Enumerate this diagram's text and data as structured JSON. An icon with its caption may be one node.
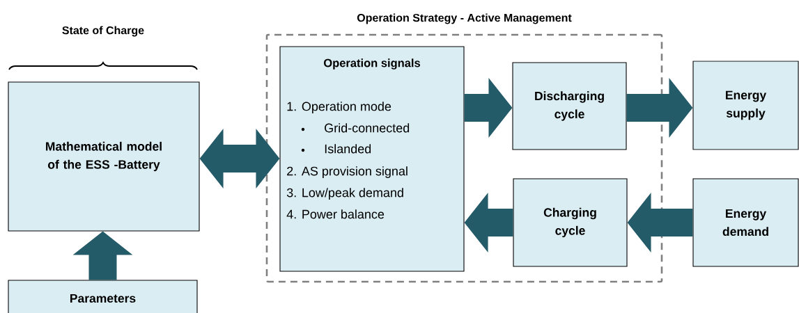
{
  "diagram": {
    "nodes": [
      {
        "text": [
          "Mathematical model of the ESS -Battery"
        ]
      },
      {
        "text": [
          "Parameters"
        ]
      },
      {
        "text": [
          "Operation Strategy - Active Management"
        ]
      },
      {
        "text": [
          "Operation signals",
          "1. Operation mode",
          "Grid-connected",
          "Islanded",
          "2. AS provision signal",
          "3. Low/peak demand",
          "4. Power balance"
        ],
        "in": 2
      },
      {
        "text": [
          "Discharging cycle"
        ],
        "in": 2
      },
      {
        "text": [
          "Charging cycle"
        ],
        "in": 2
      },
      {
        "text": [
          "Energy supply"
        ]
      },
      {
        "text": [
          "Energy demand"
        ]
      }
    ],
    "edges": [
      {
        "from": 1,
        "to": 0,
        "arrow": "to"
      },
      {
        "from": 0,
        "to": 3,
        "arrow": "both"
      },
      {
        "from": 3,
        "to": 4,
        "arrow": "to"
      },
      {
        "from": 4,
        "to": 6,
        "arrow": "to"
      },
      {
        "from": 7,
        "to": 5,
        "arrow": "to"
      },
      {
        "from": 5,
        "to": 3,
        "arrow": "to"
      }
    ],
    "labels": [
      "State of Charge"
    ]
  }
}
